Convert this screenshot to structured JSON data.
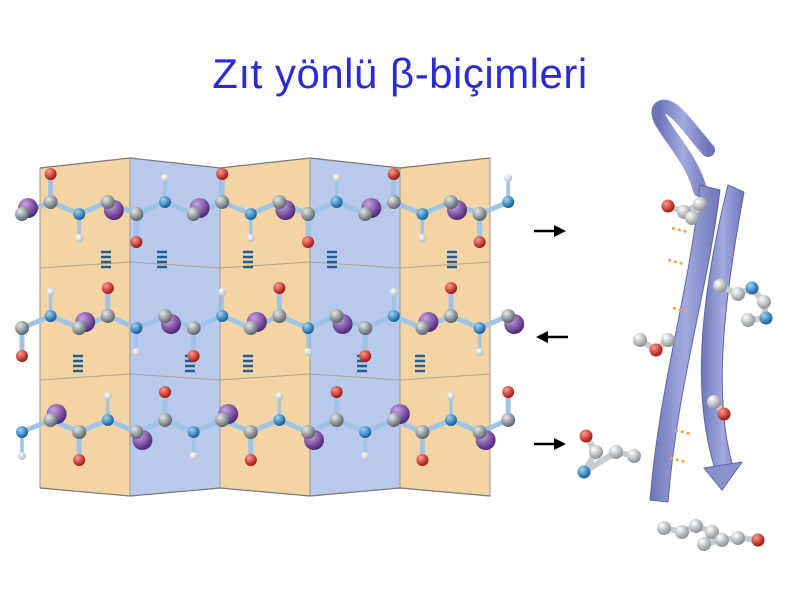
{
  "slide": {
    "title": "Zıt yönlü β-biçimleri"
  },
  "figure": {
    "strand_directions": [
      "right",
      "left",
      "right"
    ],
    "arrow_icons": [
      "arrow-right-icon",
      "arrow-left-icon",
      "arrow-right-icon"
    ],
    "colors": {
      "title": "#2b2bd6",
      "panel_tan": "#f4d4a4",
      "panel_blue": "#b9c9ee",
      "backbone": "#9fc4e6",
      "carbon": "#8b949a",
      "nitrogen": "#2a86c8",
      "oxygen": "#d6332c",
      "hydrogen": "#ffffff",
      "r_group": "#7d4aa0",
      "hbond": "#1f5f8f",
      "ribbon": "#8c93cc",
      "ribbon_hbond": "#f0a040"
    }
  }
}
